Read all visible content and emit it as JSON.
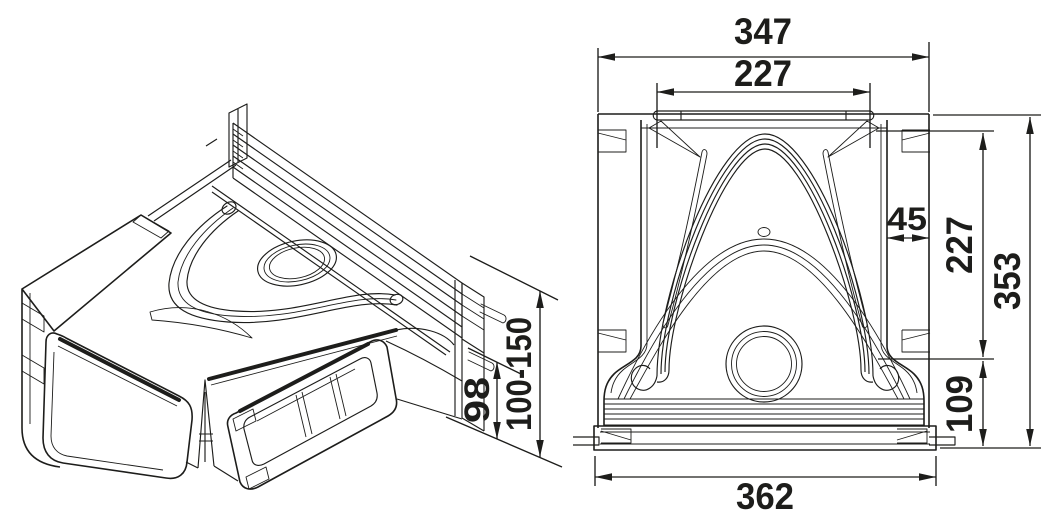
{
  "drawing": {
    "type": "technical-dimension-drawing",
    "colors": {
      "background": "#ffffff",
      "line": "#1d1d1b"
    },
    "dims": {
      "iso": {
        "spigot_height": "98",
        "height_range": "100-150"
      },
      "front": {
        "outer_width_top": "347",
        "inner_width_top": "227",
        "right_offset": "45",
        "upper_height_right": "227",
        "overall_height": "353",
        "lower_height_right": "109",
        "bottom_width": "362"
      }
    }
  }
}
